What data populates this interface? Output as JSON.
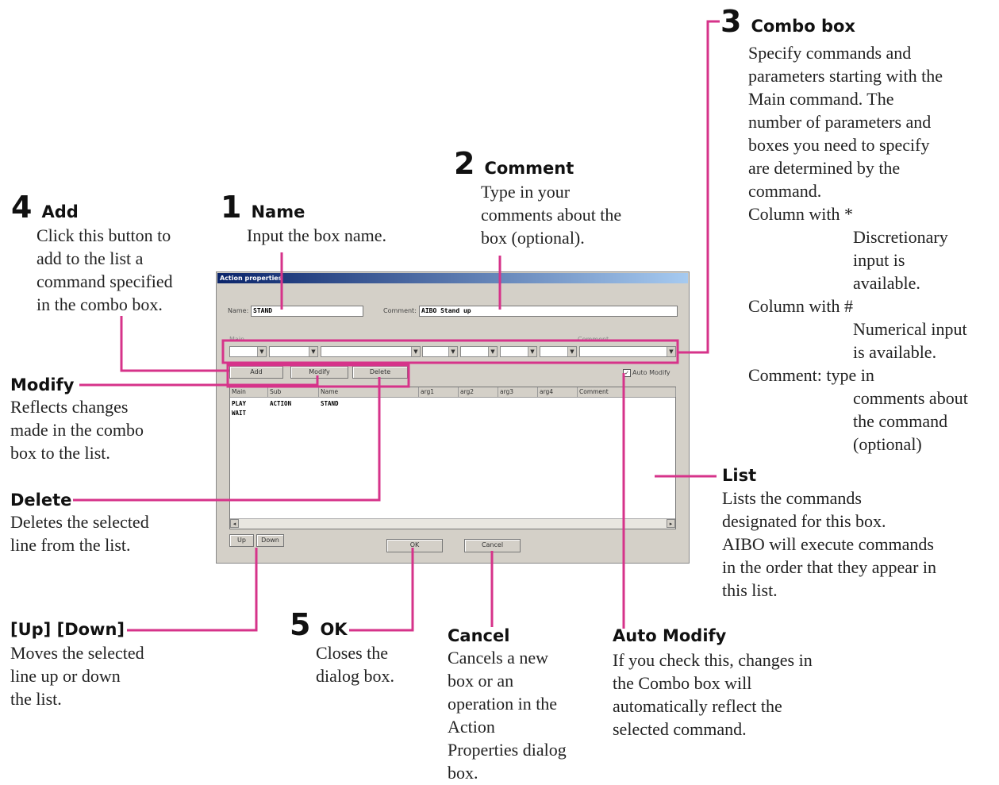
{
  "dialog": {
    "title": "Action properties",
    "name_label": "Name:",
    "name_value": "STAND",
    "comment_label": "Comment:",
    "comment_value": "AIBO Stand up",
    "main_label": "Main",
    "comment_col_label": "Comment",
    "add_button": "Add",
    "modify_button": "Modify",
    "delete_button": "Delete",
    "auto_modify_label": "Auto Modify",
    "auto_modify_checked": true,
    "list_columns": [
      "Main",
      "Sub",
      "Name",
      "arg1",
      "arg2",
      "arg3",
      "arg4",
      "Comment"
    ],
    "list_rows": [
      {
        "main": "PLAY",
        "sub": "ACTION",
        "name": "STAND"
      },
      {
        "main": "WAIT",
        "sub": "",
        "name": ""
      }
    ],
    "up_button": "Up",
    "down_button": "Down",
    "ok_button": "OK",
    "cancel_button": "Cancel"
  },
  "callouts": {
    "name": {
      "number": "1",
      "heading": "Name",
      "lines": [
        "Input the box name."
      ]
    },
    "comment": {
      "number": "2",
      "heading": "Comment",
      "lines": [
        "Type in your",
        "comments about the",
        "box (optional)."
      ]
    },
    "combo": {
      "number": "3",
      "heading": "Combo box",
      "lines": [
        "Specify commands and",
        "parameters starting with the",
        "Main command. The",
        "number of parameters and",
        "boxes you need to specify",
        "are determined by the",
        "command."
      ],
      "col_star": "Column with *",
      "col_star_lines": [
        "Discretionary",
        "input is",
        "available."
      ],
      "col_hash": "Column with #",
      "col_hash_lines": [
        "Numerical input",
        "is available."
      ],
      "comment_line": "Comment: type in",
      "comment_lines": [
        "comments about",
        "the command",
        "(optional)"
      ]
    },
    "add": {
      "number": "4",
      "heading": "Add",
      "lines": [
        "Click this button to",
        "add to the list a",
        "command specified",
        "in the combo box."
      ]
    },
    "ok": {
      "number": "5",
      "heading": "OK",
      "lines": [
        "Closes the",
        "dialog box."
      ]
    },
    "modify": {
      "heading": "Modify",
      "lines": [
        "Reflects changes",
        "made in the combo",
        "box to the list."
      ]
    },
    "delete": {
      "heading": "Delete",
      "lines": [
        "Deletes the selected",
        "line from the list."
      ]
    },
    "updown": {
      "heading": "[Up] [Down]",
      "lines": [
        "Moves the selected",
        "line up or down",
        "the list."
      ]
    },
    "cancel": {
      "heading": "Cancel",
      "lines": [
        "Cancels a new",
        "box or an",
        "operation in the",
        "Action",
        "Properties dialog",
        "box."
      ]
    },
    "automodify": {
      "heading": "Auto Modify",
      "lines": [
        "If you check this, changes in",
        "the Combo box will",
        "automatically reflect the",
        "selected command."
      ]
    },
    "list": {
      "heading": "List",
      "lines": [
        "Lists the commands",
        "designated for this box.",
        "AIBO will execute commands",
        "in the order that they appear in",
        "this list."
      ]
    }
  },
  "colors": {
    "callout_line": "#d6338a",
    "dialog_bg": "#d4d0c8",
    "title_bar": "#0a246a"
  }
}
